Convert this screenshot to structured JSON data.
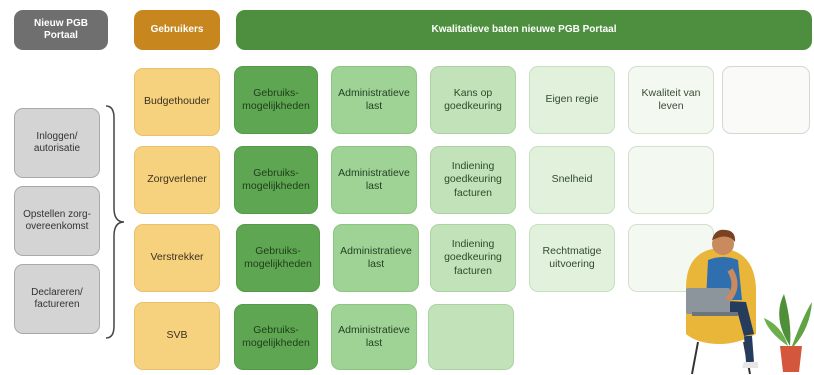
{
  "headers": {
    "portal": "Nieuw PGB Portaal",
    "users": "Gebruikers",
    "benefits": "Kwalitatieve baten nieuwe PGB Portaal"
  },
  "steps": [
    "Inloggen/ autorisatie",
    "Opstellen zorg-overeenkomst",
    "Declareren/ factureren"
  ],
  "roles": [
    "Budgethouder",
    "Zorgverlener",
    "Verstrekker",
    "SVB"
  ],
  "matrix": {
    "budgethouder": [
      "Gebruiks-mogelijkheden",
      "Administratieve last",
      "Kans op goedkeuring",
      "Eigen regie",
      "Kwaliteit van leven",
      ""
    ],
    "zorgverlener": [
      "Gebruiks-mogelijkheden",
      "Administratieve last",
      "Indiening goedkeuring facturen",
      "Snelheid",
      ""
    ],
    "verstrekker": [
      "Gebruiks-mogelijkheden",
      "Administratieve last",
      "Indiening goedkeuring facturen",
      "Rechtmatige uitvoering",
      ""
    ],
    "svb": [
      "Gebruiks-mogelijkheden",
      "Administratieve last",
      ""
    ]
  },
  "colors": {
    "benefit_header": "#4d8f3e",
    "users_header": "#c8861f",
    "portal_header": "#6f6f6f",
    "role_fill": "#f6d27f"
  }
}
